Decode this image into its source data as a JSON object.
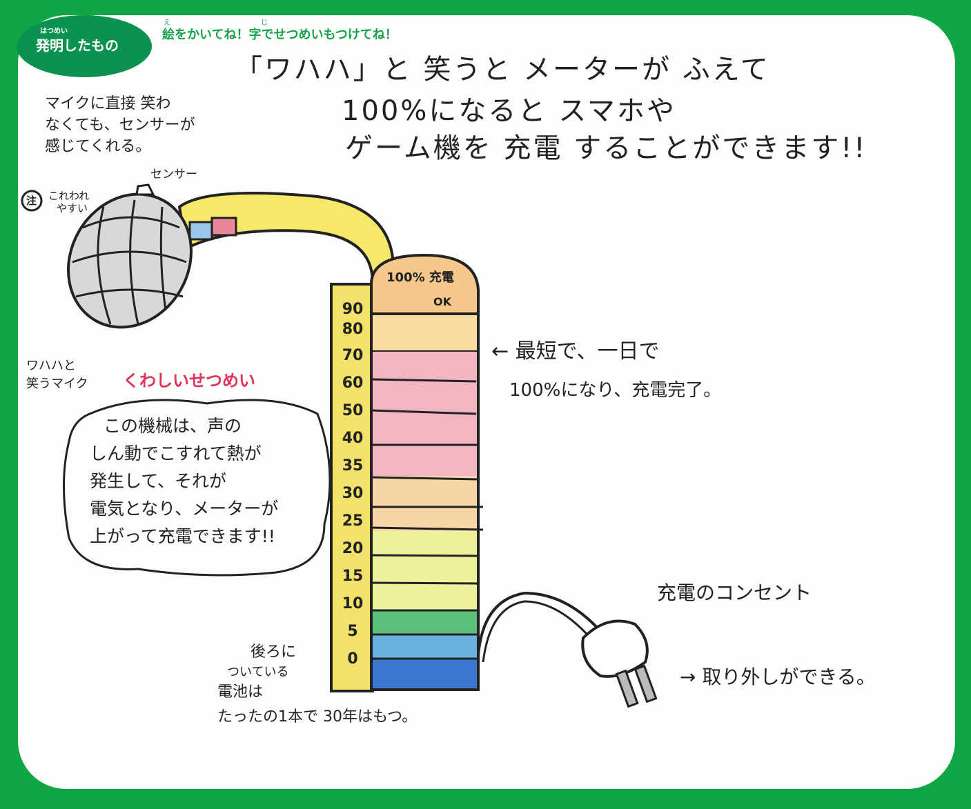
{
  "header": {
    "badge_ruby": "はつめい",
    "badge_label": "発明したもの",
    "instruction": "絵をかいてね！字でせつめいもつけてね！",
    "instruction_rubies": [
      "え",
      "じ"
    ]
  },
  "title_lines": [
    "「ワハハ」と 笑うと メーターが ふえて",
    "100%になると スマホや",
    "ゲーム機を 充電 することができます!!"
  ],
  "notes": {
    "sensor_note": [
      "マイクに直接 笑わ",
      "なくても、センサーが",
      "感じてくれる。"
    ],
    "sensor_label": "センサー",
    "caution_mark": "注",
    "caution": [
      "これわれ",
      "やすい"
    ],
    "mic_label": [
      "ワハハと",
      "笑うマイク"
    ],
    "detail_heading": "くわしいせつめい",
    "detail": [
      "この機械は、声の",
      "しん動でこすれて熱が",
      "発生して、それが",
      "電気となり、メーターが",
      "上がって充電できます!!"
    ],
    "charge_time": [
      "← 最短で、一日で",
      "100%になり、充電完了。"
    ],
    "meter_top": "100% 充電",
    "meter_ok": "OK",
    "plug_label": "充電のコンセント",
    "plug_note": "→ 取り外しができる。",
    "battery": [
      "後ろに",
      "ついている",
      "電池は",
      "たったの1本で 30年はもつ。"
    ]
  },
  "meter_scale": [
    "90",
    "80",
    "70",
    "60",
    "50",
    "40",
    "35",
    "30",
    "25",
    "20",
    "15",
    "10",
    "5",
    "0"
  ],
  "colors": {
    "border": "#0fa646",
    "badge": "#0b9150",
    "instruction": "#17a14e",
    "heading": "#e0325a",
    "tube": "#f3e26a"
  }
}
